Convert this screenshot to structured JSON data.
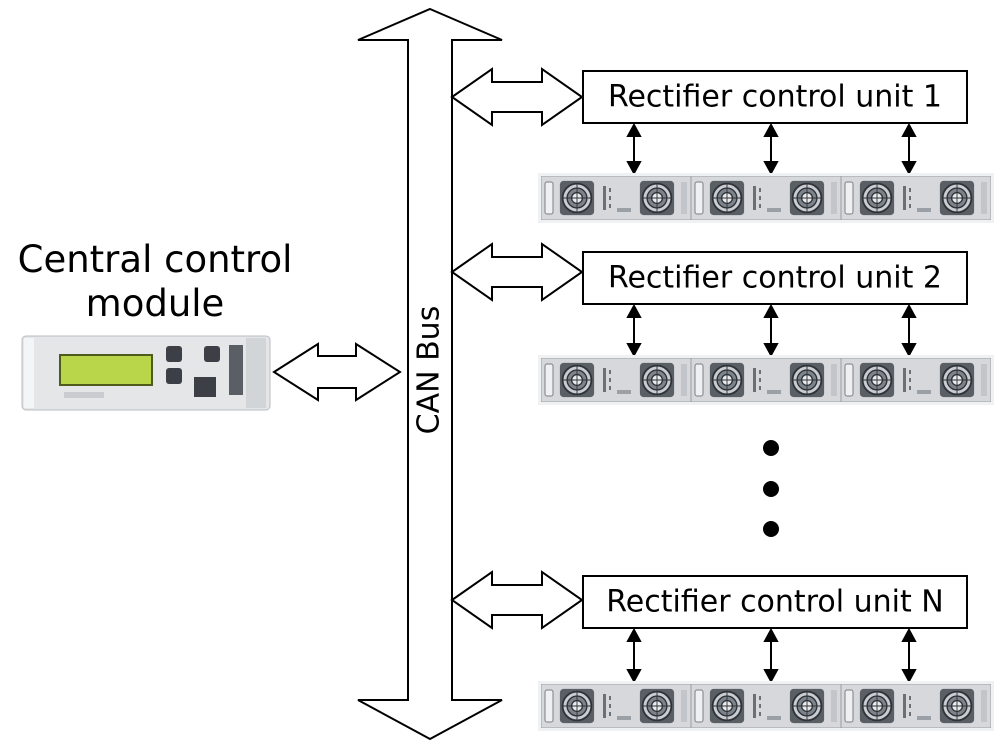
{
  "central_module": {
    "title_line1": "Central control",
    "title_line2": "module"
  },
  "bus": {
    "label": "CAN Bus"
  },
  "units": [
    {
      "label": "Rectifier control unit 1"
    },
    {
      "label": "Rectifier control unit 2"
    },
    {
      "label": "Rectifier control unit N"
    }
  ],
  "ellipsis_dot_count": 3,
  "colors": {
    "stroke": "#000000",
    "lcd": "#b9d64a",
    "device_body": "#e4e6e8",
    "device_dark": "#3c4046",
    "rectifier_body": "#d6d8db"
  }
}
